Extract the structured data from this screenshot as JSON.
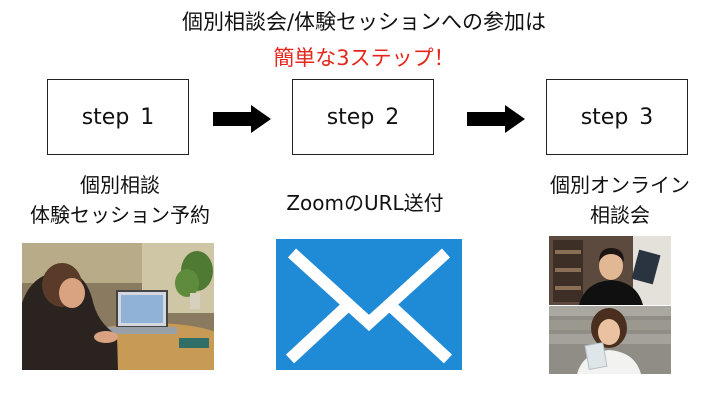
{
  "headline": {
    "line1": "個別相談会/体験セッションへの参加は",
    "line2": "簡単な3ステップ！",
    "accent_color": "#e5261c"
  },
  "steps": [
    {
      "label": "step 1",
      "caption_lines": [
        "個別相談",
        "体験セッション予約"
      ]
    },
    {
      "label": "step 2",
      "caption_lines": [
        "ZoomのURL送付"
      ]
    },
    {
      "label": "step 3",
      "caption_lines": [
        "個別オンライン",
        "相談会"
      ]
    }
  ],
  "icons": {
    "arrow": "arrow-right-icon",
    "mail": "envelope-icon",
    "mail_color": "#1f8ad6"
  }
}
